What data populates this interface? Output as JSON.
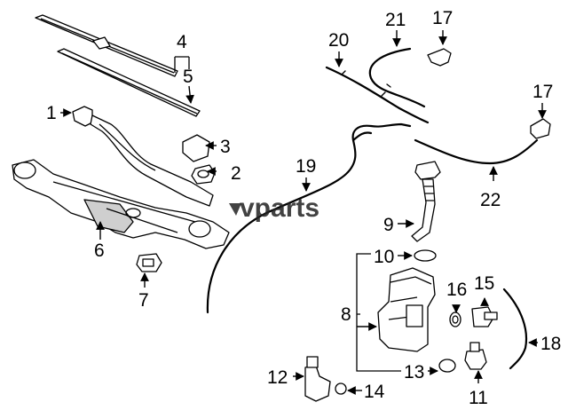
{
  "watermark": "vparts",
  "callouts": {
    "c1": "1",
    "c2": "2",
    "c3": "3",
    "c4": "4",
    "c5": "5",
    "c6": "6",
    "c7": "7",
    "c8": "8",
    "c9": "9",
    "c10": "10",
    "c11": "11",
    "c12": "12",
    "c13": "13",
    "c14": "14",
    "c15": "15",
    "c16": "16",
    "c17a": "17",
    "c17b": "17",
    "c18": "18",
    "c19": "19",
    "c20": "20",
    "c21": "21",
    "c22": "22"
  }
}
